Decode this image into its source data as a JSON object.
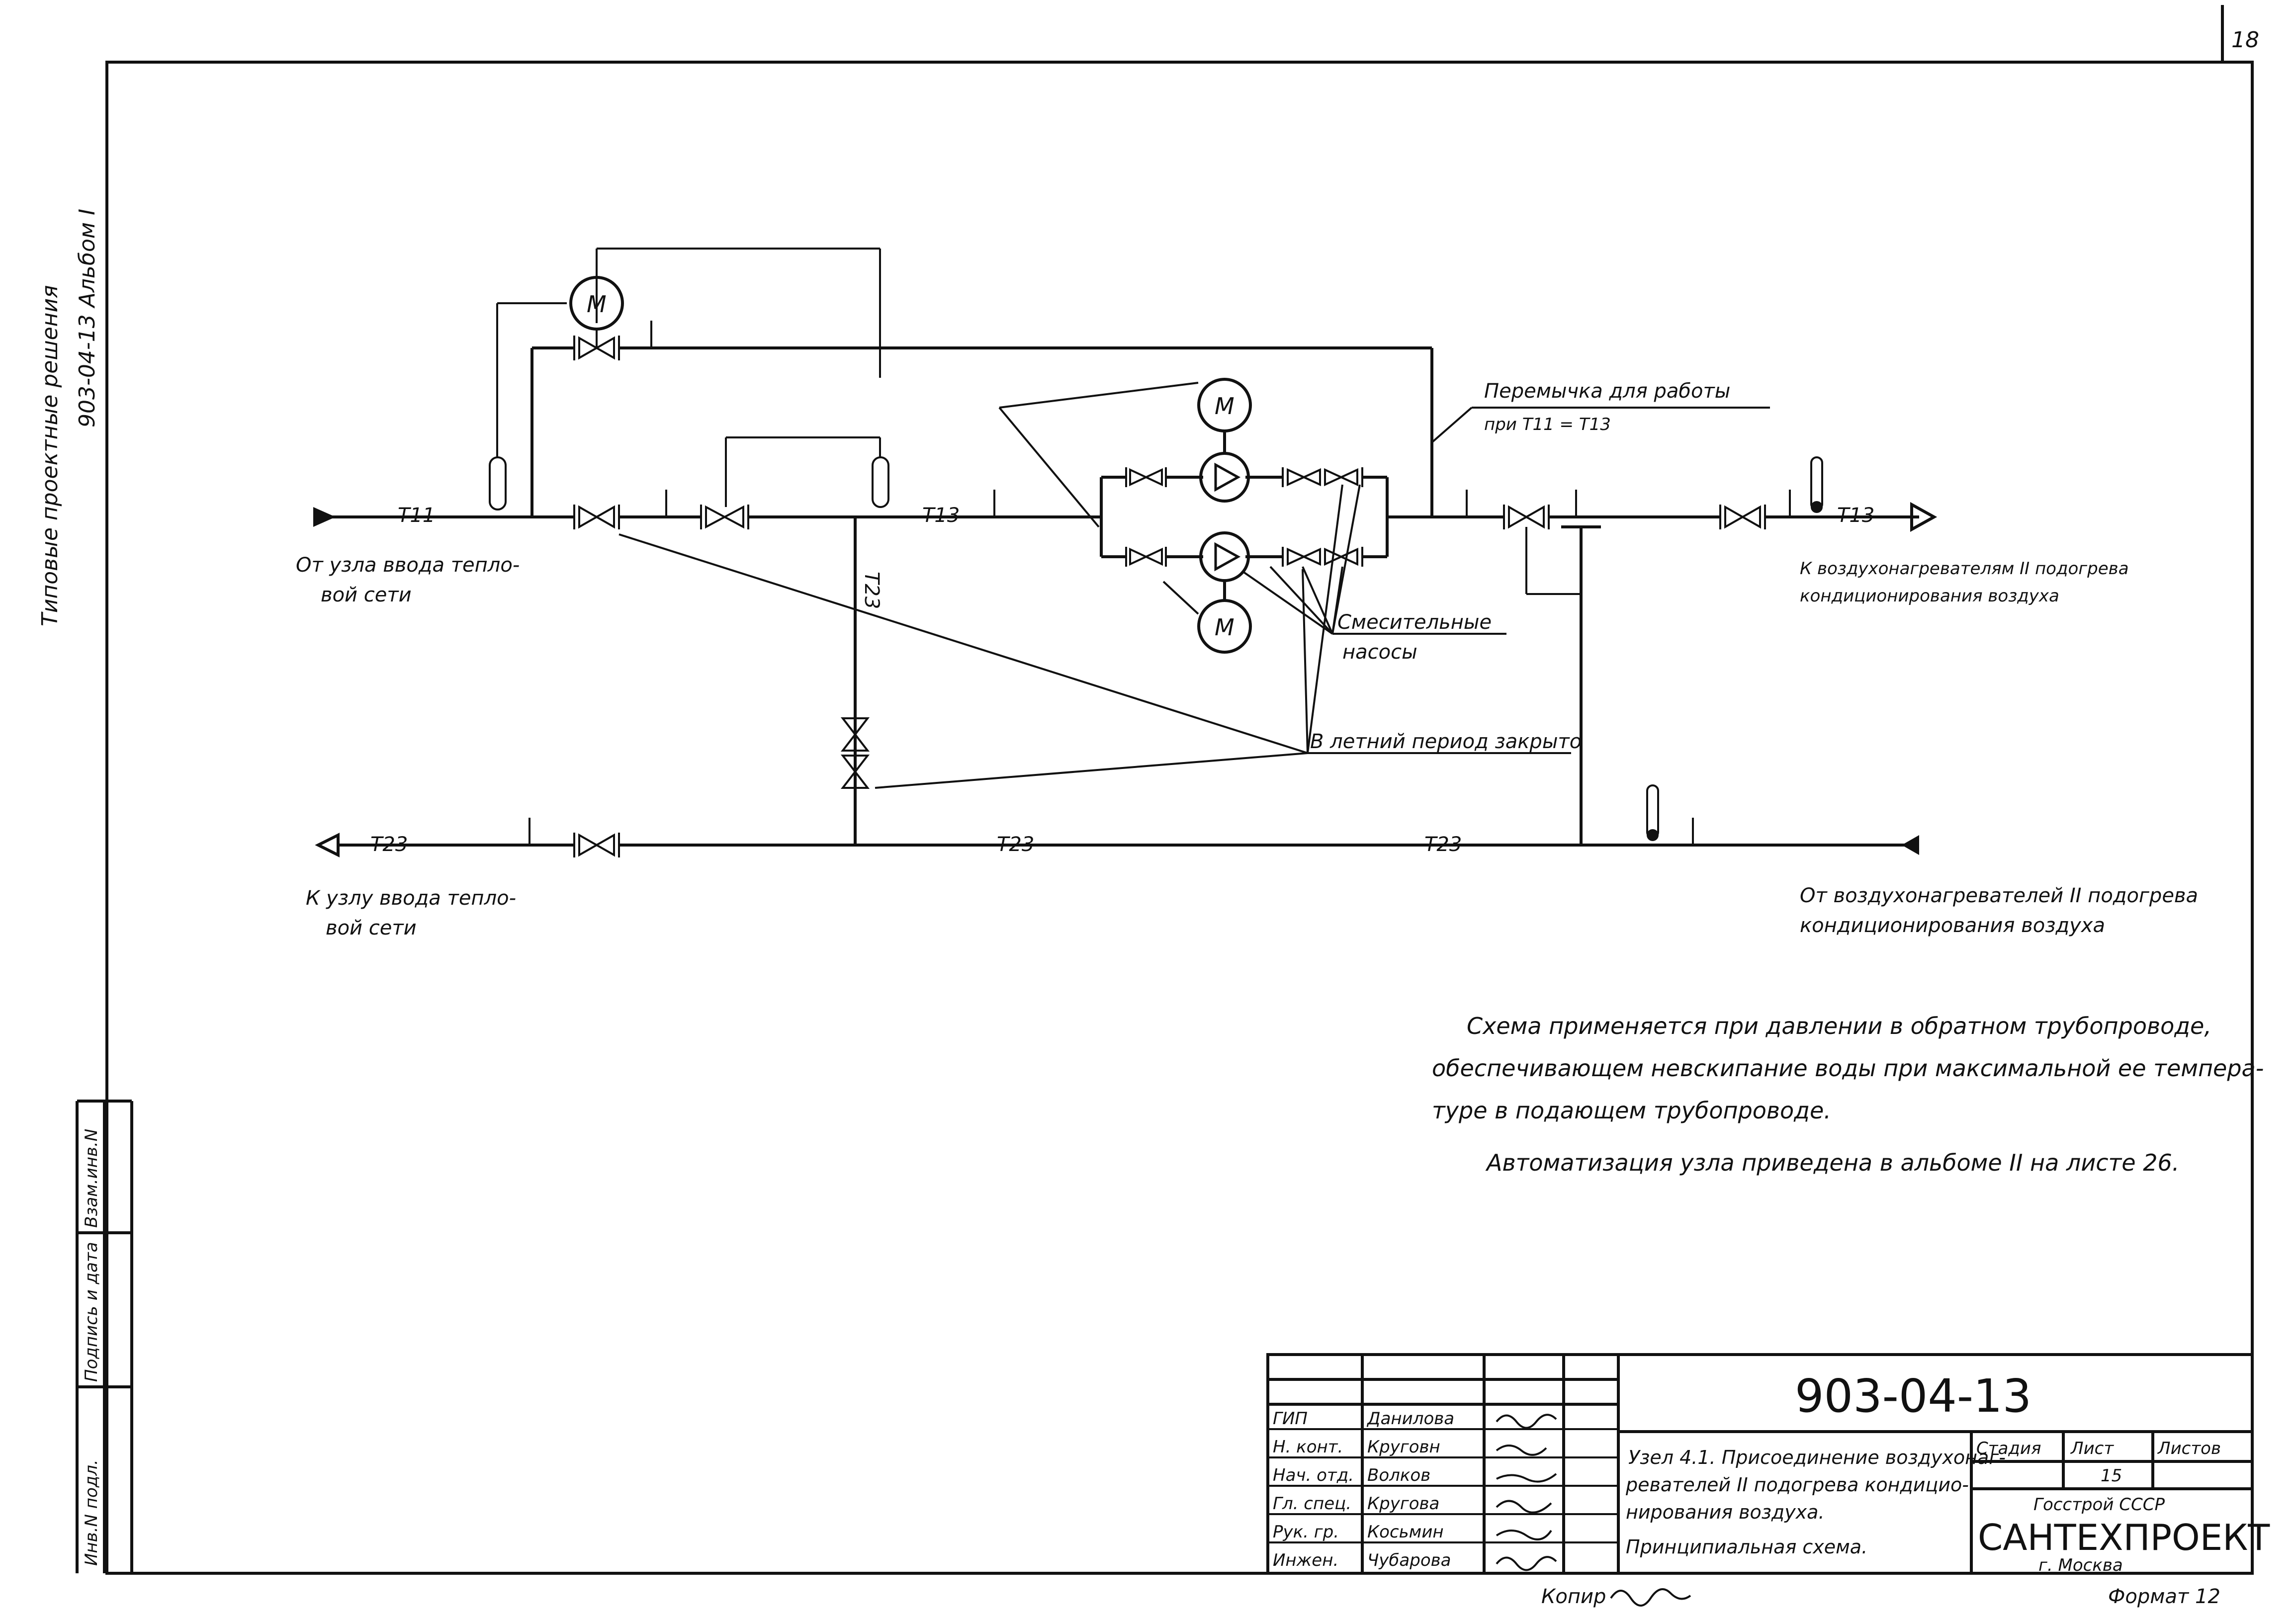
{
  "page_number": "18",
  "side_labels": {
    "series": "Типовые проектные решения",
    "album": "903-04-13 Альбом I"
  },
  "stamp_columns": [
    "Инв.N подл.",
    "Подпись и дата",
    "Взам.инв.N"
  ],
  "pipes": {
    "t11": "Т11",
    "t13": "Т13",
    "t23": "Т23"
  },
  "labels": {
    "from_inlet_l1": "От узла ввода тепло-",
    "from_inlet_l2": "вой сети",
    "to_inlet_l1": "К узлу ввода тепло-",
    "to_inlet_l2": "вой сети",
    "to_heaters_l1": "К воздухонагревателям II подогрева",
    "to_heaters_l2": "кондиционирования воздуха",
    "from_heaters_l1": "От воздухонагревателей II подогрева",
    "from_heaters_l2": "кондиционирования воздуха",
    "bypass_l1": "Перемычка для работы",
    "bypass_l2": "при Т11 = Т13",
    "pumps_l1": "Смесительные",
    "pumps_l2": "насосы",
    "summer": "В летний период закрыто",
    "motor": "М"
  },
  "notes": {
    "line1": "Схема применяется при давлении в обратном трубопроводе,",
    "line2": "обеспечивающем невскипание воды при максимальной ее темпера-",
    "line3": "туре в подающем трубопроводе.",
    "line4": "Автоматизация узла приведена в альбоме II на листе 26."
  },
  "title_block": {
    "designation": "903-04-13",
    "roles": [
      {
        "role": "ГИП",
        "name": "Данилова"
      },
      {
        "role": "Н. конт.",
        "name": "Круговн"
      },
      {
        "role": "Нач. отд.",
        "name": "Волков"
      },
      {
        "role": "Гл. спец.",
        "name": "Кругова"
      },
      {
        "role": "Рук. гр.",
        "name": "Косьмин"
      },
      {
        "role": "Инжен.",
        "name": "Чубарова"
      }
    ],
    "title_l1": "Узел 4.1. Присоединение воздухонаг-",
    "title_l2": "ревателей II подогрева кондицио-",
    "title_l3": "нирования воздуха.",
    "title_l4": "Принципиальная схема.",
    "stage_label": "Стадия",
    "sheet_label": "Лист",
    "sheets_label": "Листов",
    "sheet_value": "15",
    "org_l1": "Госстрой СССР",
    "org_l2": "САНТЕХПРОЕКТ",
    "org_l3": "г. Москва"
  },
  "footer": {
    "copied": "Копир",
    "format": "Формат 12"
  }
}
